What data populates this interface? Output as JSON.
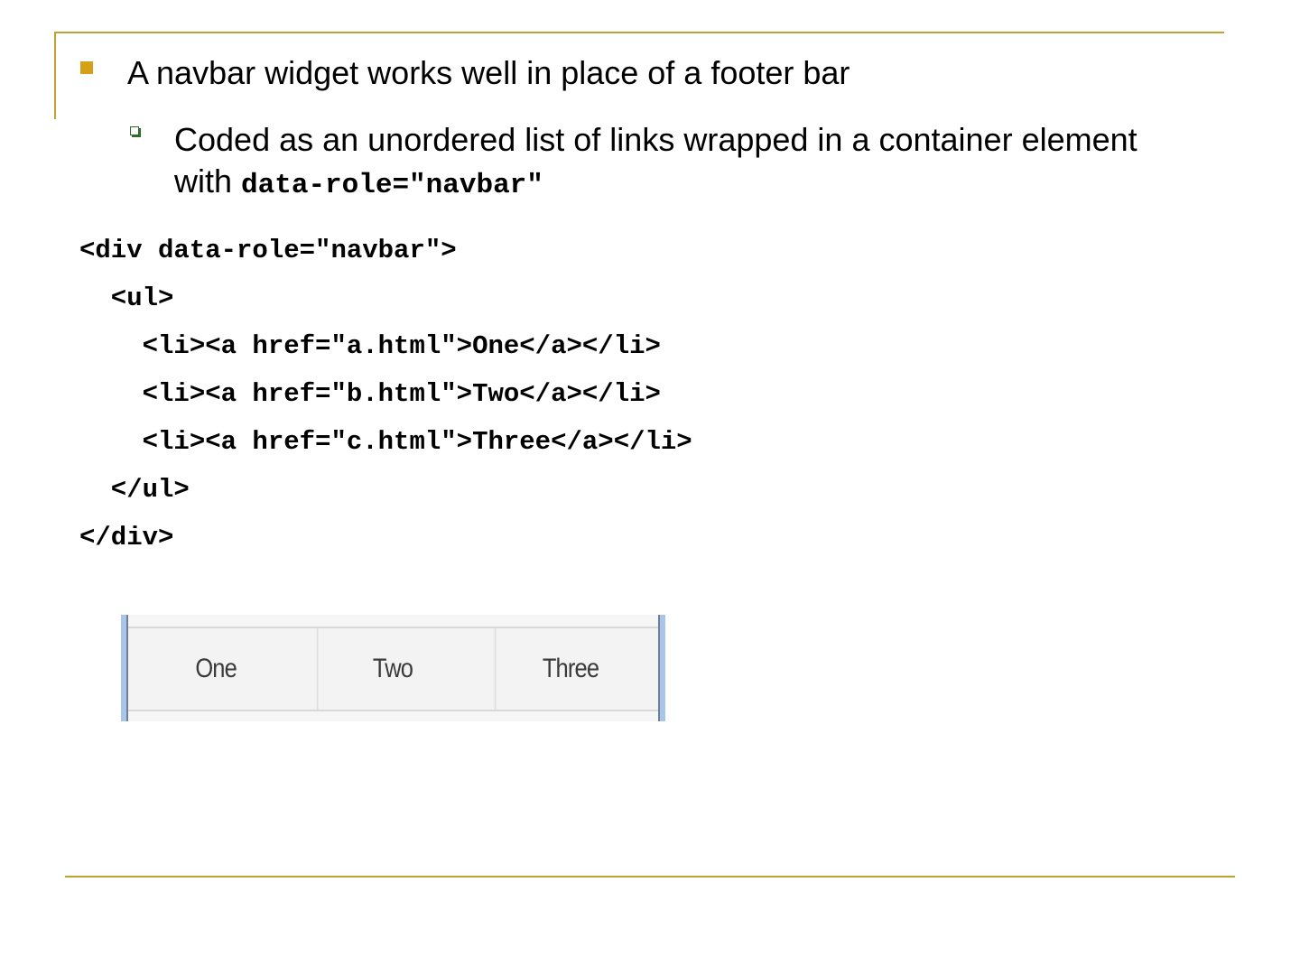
{
  "slide": {
    "bullet1": "A navbar widget works well in place of a footer bar",
    "bullet2_text": "Coded as an unordered list of links wrapped in a container element with ",
    "bullet2_code": "data-role=\"navbar\""
  },
  "code": [
    "<div data-role=\"navbar\">",
    "  <ul>",
    "    <li><a href=\"a.html\">One</a></li>",
    "    <li><a href=\"b.html\">Two</a></li>",
    "    <li><a href=\"c.html\">Three</a></li>",
    "  </ul>",
    "</div>"
  ],
  "navbar_example": {
    "items": [
      "One",
      "Two",
      "Three"
    ]
  },
  "colors": {
    "accent": "#bfa330",
    "bullet": "#d4a017",
    "sub_bullet": "#2f6b2f"
  }
}
